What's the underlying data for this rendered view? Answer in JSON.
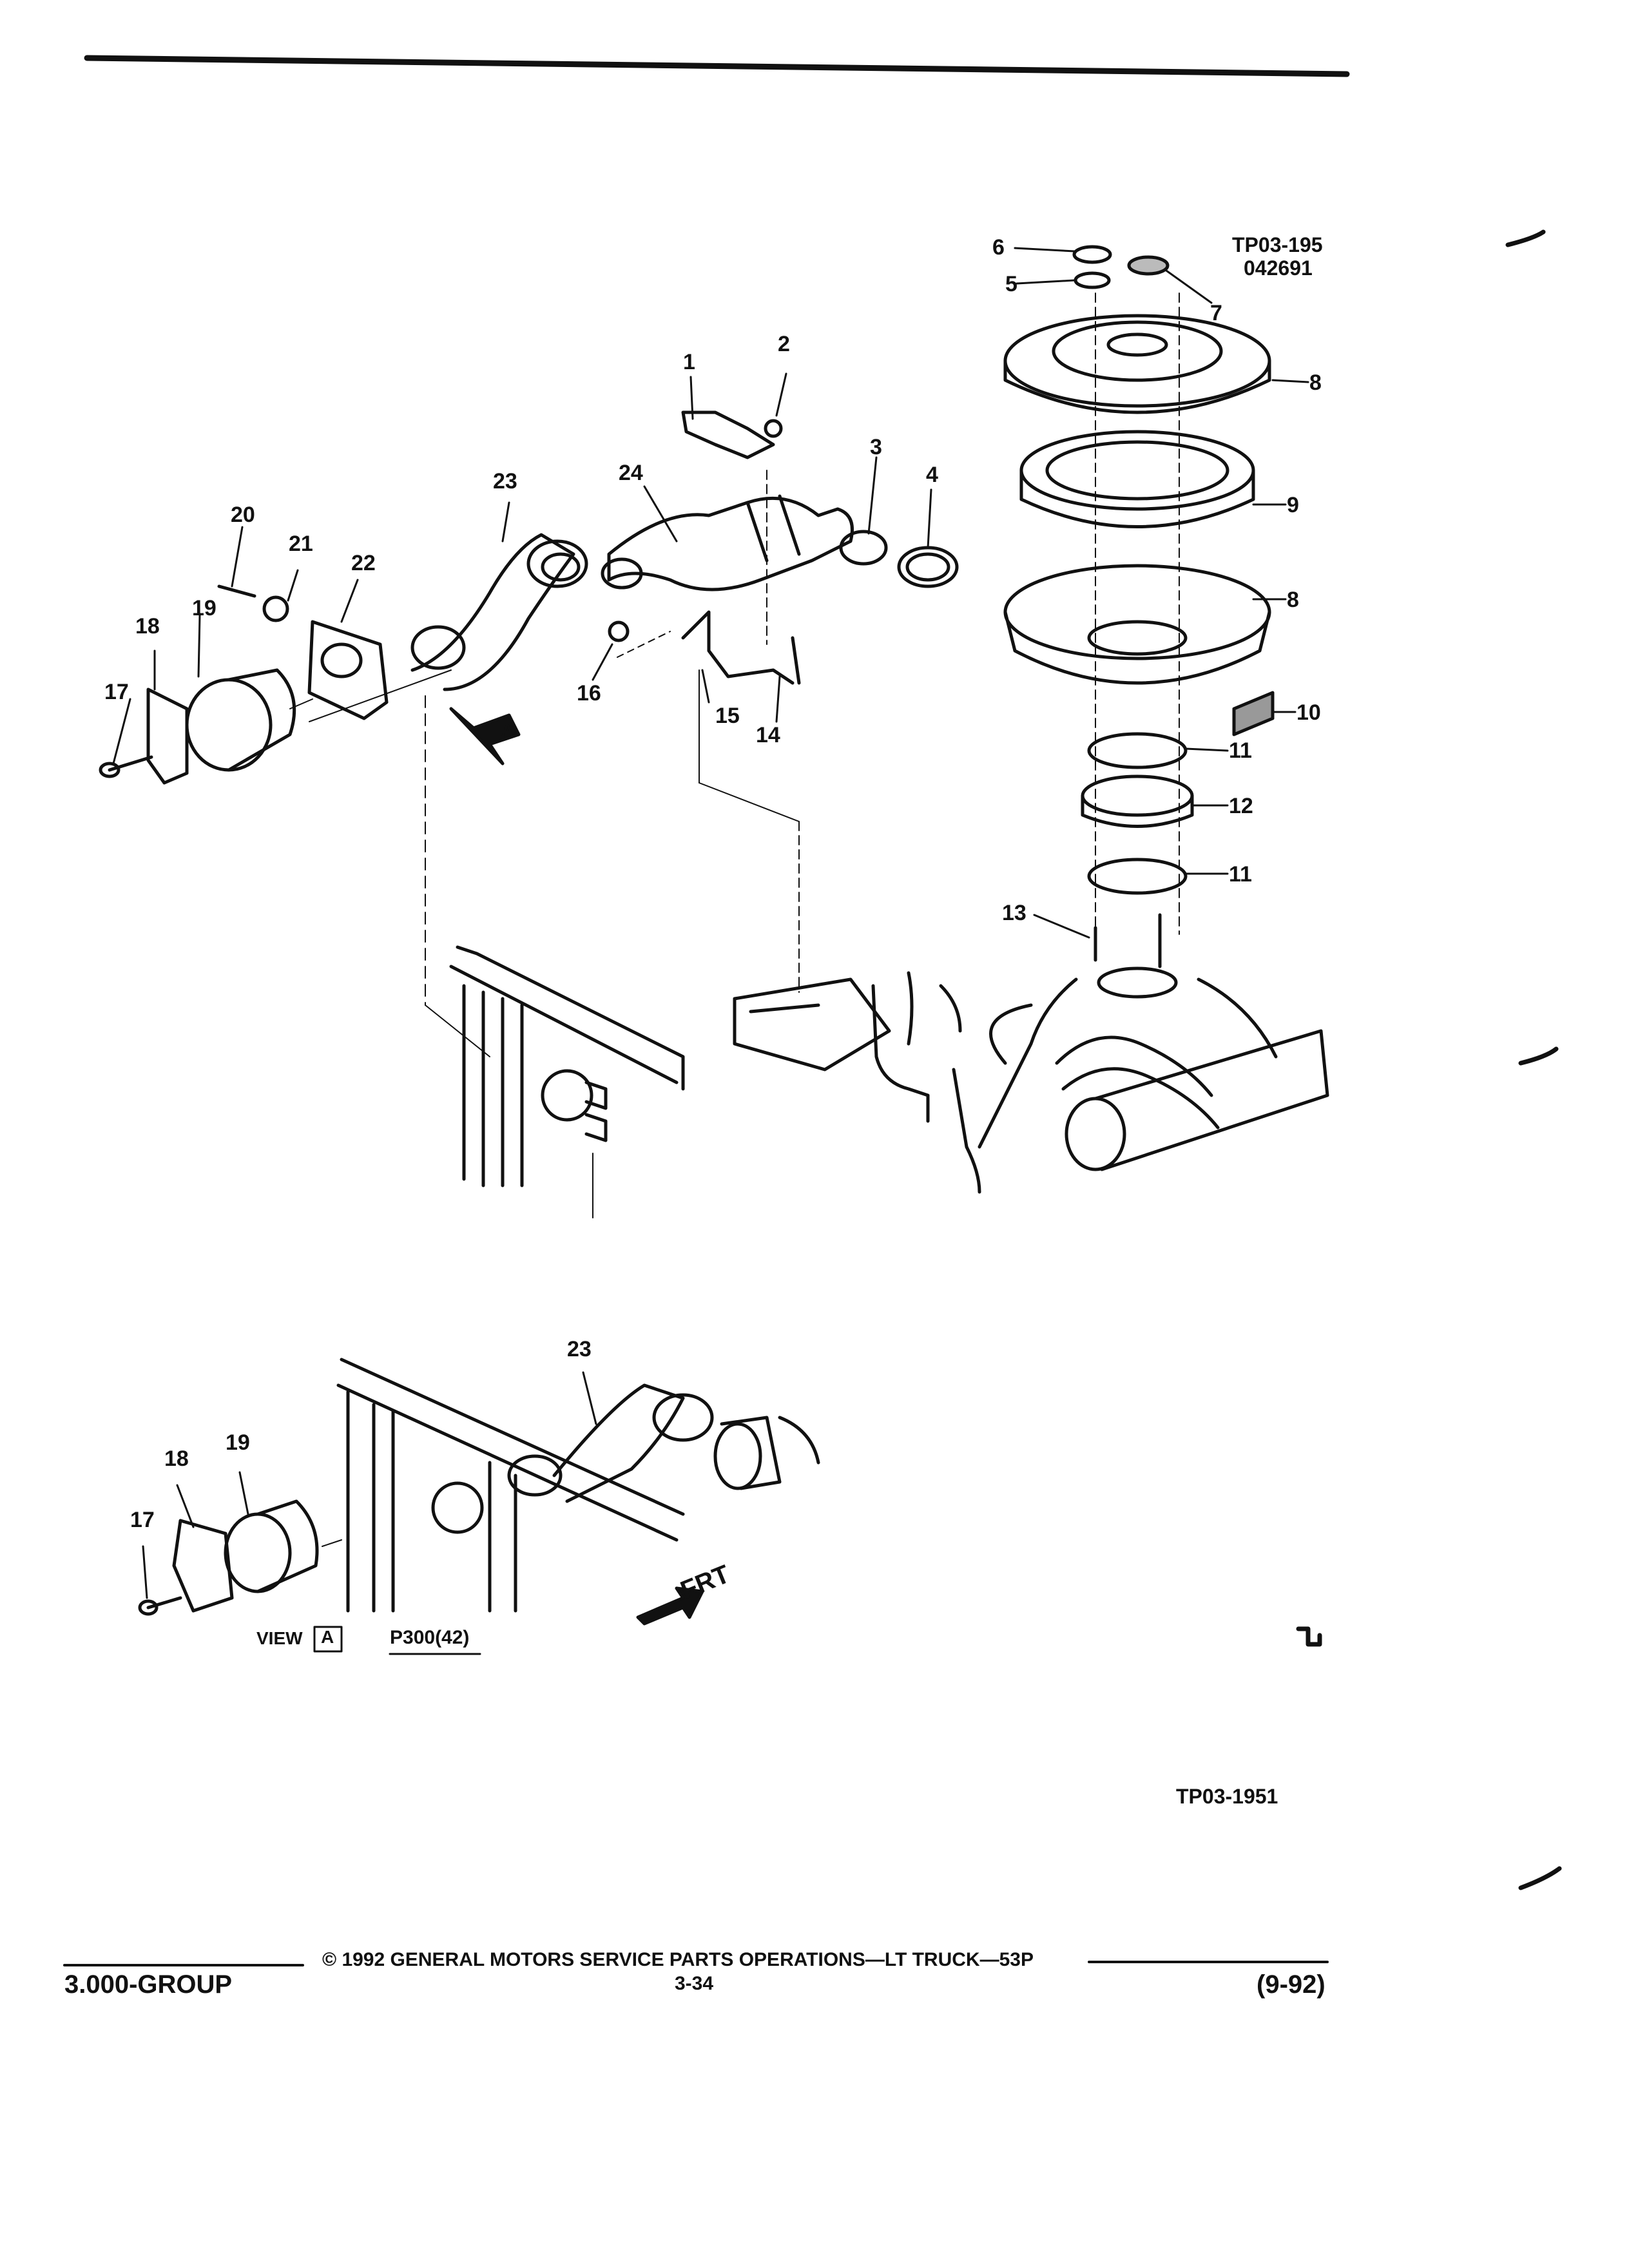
{
  "header": {
    "ref_code_top": "TP03-195",
    "ref_date_top": "042691"
  },
  "callouts": {
    "c1": "1",
    "c2": "2",
    "c3": "3",
    "c4": "4",
    "c5": "5",
    "c6": "6",
    "c7": "7",
    "c8a": "8",
    "c8b": "8",
    "c9": "9",
    "c10": "10",
    "c11a": "11",
    "c11b": "11",
    "c12": "12",
    "c13": "13",
    "c14": "14",
    "c15": "15",
    "c16": "16",
    "c17": "17",
    "c18": "18",
    "c19": "19",
    "c20": "20",
    "c21": "21",
    "c22": "22",
    "c23": "23",
    "c24": "24"
  },
  "view_a": {
    "arrow_letter": "A",
    "c17": "17",
    "c18": "18",
    "c19": "19",
    "c23": "23",
    "view_label": "VIEW",
    "view_letter": "A",
    "part_code": "P300(42)",
    "front_label": "FRT"
  },
  "ref_code_bottom": "TP03-1951",
  "footer": {
    "group": "3.000-GROUP",
    "copyright": "© 1992 GENERAL MOTORS SERVICE PARTS OPERATIONS—LT TRUCK—53P",
    "page": "3-34",
    "date": "(9-92)"
  }
}
